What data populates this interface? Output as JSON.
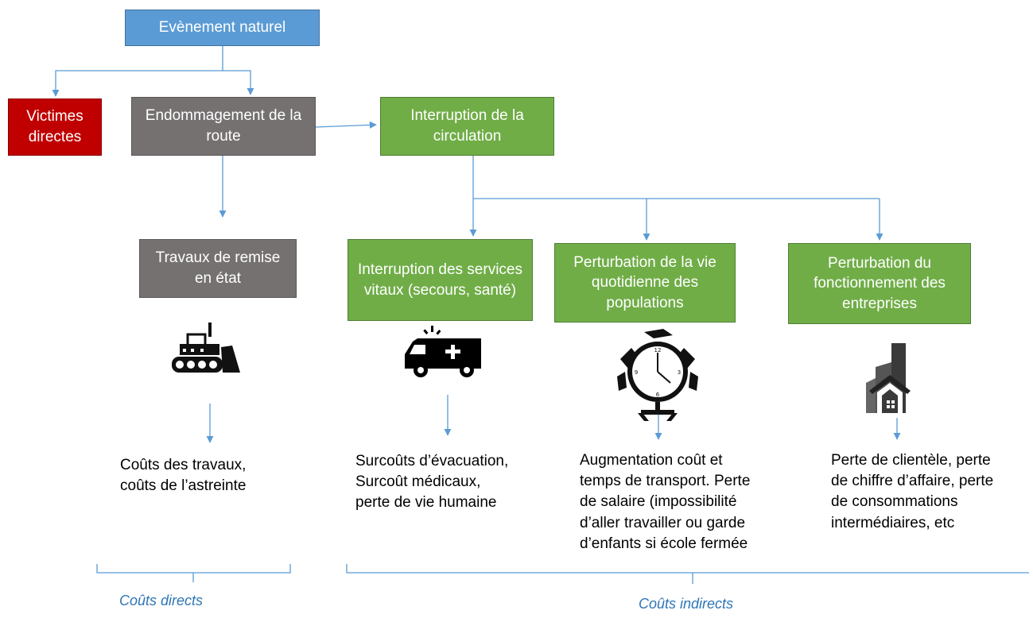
{
  "nodes": {
    "natural_event": "Evènement naturel",
    "direct_victims": "Victimes directes",
    "road_damage": "Endommagement de la route",
    "traffic_interruption": "Interruption de la circulation",
    "repair_works": "Travaux de remise en état",
    "vital_services": "Interruption des services vitaux (secours, santé)",
    "daily_life": "Perturbation de la vie quotidienne des populations",
    "business": "Perturbation du fonctionnement des entreprises"
  },
  "costs": {
    "works": "Coûts des travaux,\ncoûts de l’astreinte",
    "evacuation": "Surcoûts d’évacuation,\nSurcoût médicaux,\nperte de vie humaine",
    "transport": "Augmentation coût et\ntemps de transport. Perte\nde salaire (impossibilité\nd’aller travailler ou garde\nd’enfants si école fermée",
    "clientele": "Perte de clientèle, perte\nde chiffre d’affaire, perte\nde consommations\nintermédiaires, etc"
  },
  "categories": {
    "direct": "Coûts directs",
    "indirect": "Coûts indirects"
  },
  "icons": [
    "bulldozer-icon",
    "ambulance-icon",
    "clock-icon",
    "buildings-icon"
  ],
  "colors": {
    "blue": "#5b9bd5",
    "red": "#c00000",
    "gray": "#767171",
    "green": "#70ad47",
    "connector": "#5b9bd5",
    "label": "#2e75b6"
  }
}
